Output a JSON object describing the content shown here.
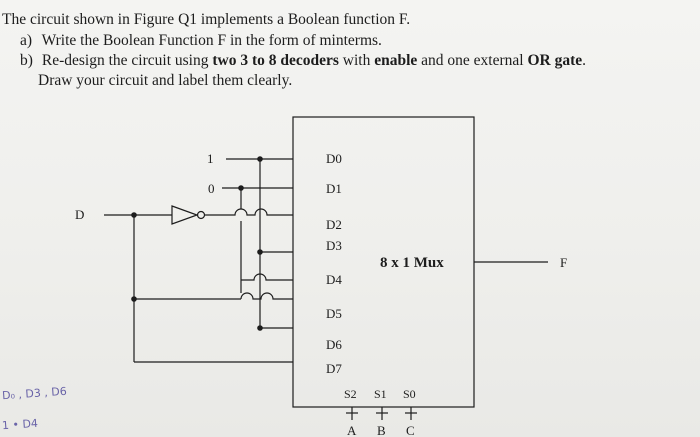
{
  "question": {
    "intro": "The circuit shown in Figure Q1 implements a Boolean function F.",
    "part_a_marker": "a)",
    "part_a_text": "Write the Boolean Function F in the form of minterms.",
    "part_b_marker": "b)",
    "part_b_pre": "Re-design the circuit using",
    "part_b_bold1": "two 3 to 8 decoders",
    "part_b_mid1": "with",
    "part_b_bold2": "enable",
    "part_b_mid2": "and one external",
    "part_b_bold3": "OR gate",
    "part_b_end": ".",
    "part_b_line2": "Draw your circuit and label them clearly."
  },
  "figure": {
    "mux_label": "8 x 1 Mux",
    "inputs": [
      "D0",
      "D1",
      "D2",
      "D3",
      "D4",
      "D5",
      "D6",
      "D7"
    ],
    "const_one": "1",
    "const_zero": "0",
    "input_d": "D",
    "output_f": "F",
    "selects": [
      "S2",
      "S1",
      "S0"
    ],
    "select_vars": [
      "A",
      "B",
      "C"
    ]
  },
  "handwriting": {
    "note1": "D₀ , D3 , D6",
    "note2": "1 • D4"
  }
}
